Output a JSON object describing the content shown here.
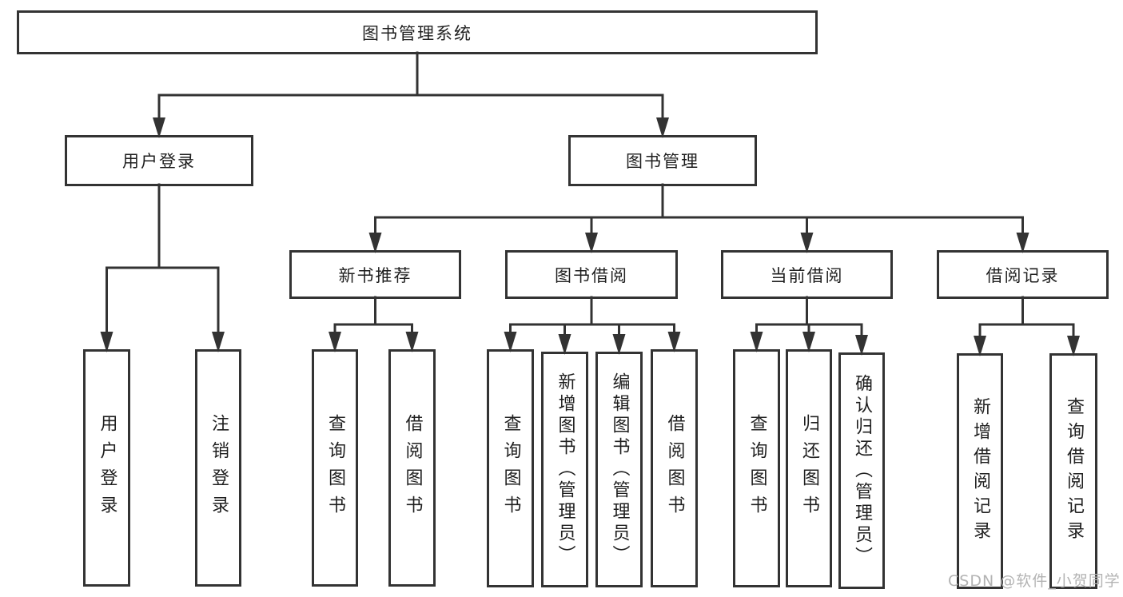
{
  "diagram": {
    "title": "图书管理系统",
    "nodes": [
      {
        "id": "root",
        "label": "图书管理系统"
      },
      {
        "id": "login",
        "label": "用户登录"
      },
      {
        "id": "mgmt",
        "label": "图书管理"
      },
      {
        "id": "newbook",
        "label": "新书推荐"
      },
      {
        "id": "borrow",
        "label": "图书借阅"
      },
      {
        "id": "current",
        "label": "当前借阅"
      },
      {
        "id": "records",
        "label": "借阅记录"
      },
      {
        "id": "user-login",
        "label": "用户登录"
      },
      {
        "id": "logout",
        "label": "注销登录"
      },
      {
        "id": "nb-query",
        "label": "查询图书"
      },
      {
        "id": "nb-borrow",
        "label": "借阅图书"
      },
      {
        "id": "bw-query",
        "label": "查询图书"
      },
      {
        "id": "bw-add",
        "label": "新增图书（管理员）"
      },
      {
        "id": "bw-edit",
        "label": "编辑图书（管理员）"
      },
      {
        "id": "bw-borrow",
        "label": "借阅图书"
      },
      {
        "id": "cur-query",
        "label": "查询图书"
      },
      {
        "id": "cur-return",
        "label": "归还图书"
      },
      {
        "id": "cur-confirm",
        "label": "确认归还（管理员）"
      },
      {
        "id": "rec-add",
        "label": "新增借阅记录"
      },
      {
        "id": "rec-query",
        "label": "查询借阅记录"
      }
    ],
    "edges": [
      {
        "from": "root",
        "to": [
          "login",
          "mgmt"
        ]
      },
      {
        "from": "login",
        "to": [
          "user-login",
          "logout"
        ]
      },
      {
        "from": "mgmt",
        "to": [
          "newbook",
          "borrow",
          "current",
          "records"
        ]
      },
      {
        "from": "newbook",
        "to": [
          "nb-query",
          "nb-borrow"
        ]
      },
      {
        "from": "borrow",
        "to": [
          "bw-query",
          "bw-add",
          "bw-edit",
          "bw-borrow"
        ]
      },
      {
        "from": "current",
        "to": [
          "cur-query",
          "cur-return",
          "cur-confirm"
        ]
      },
      {
        "from": "records",
        "to": [
          "rec-add",
          "rec-query"
        ]
      }
    ]
  },
  "watermark": {
    "text": "CSDN @软件_小贺同学"
  },
  "colors": {
    "line": "#333333",
    "text": "#1f1f1f",
    "watermark": "#b3b3b3",
    "background": "#ffffff"
  }
}
